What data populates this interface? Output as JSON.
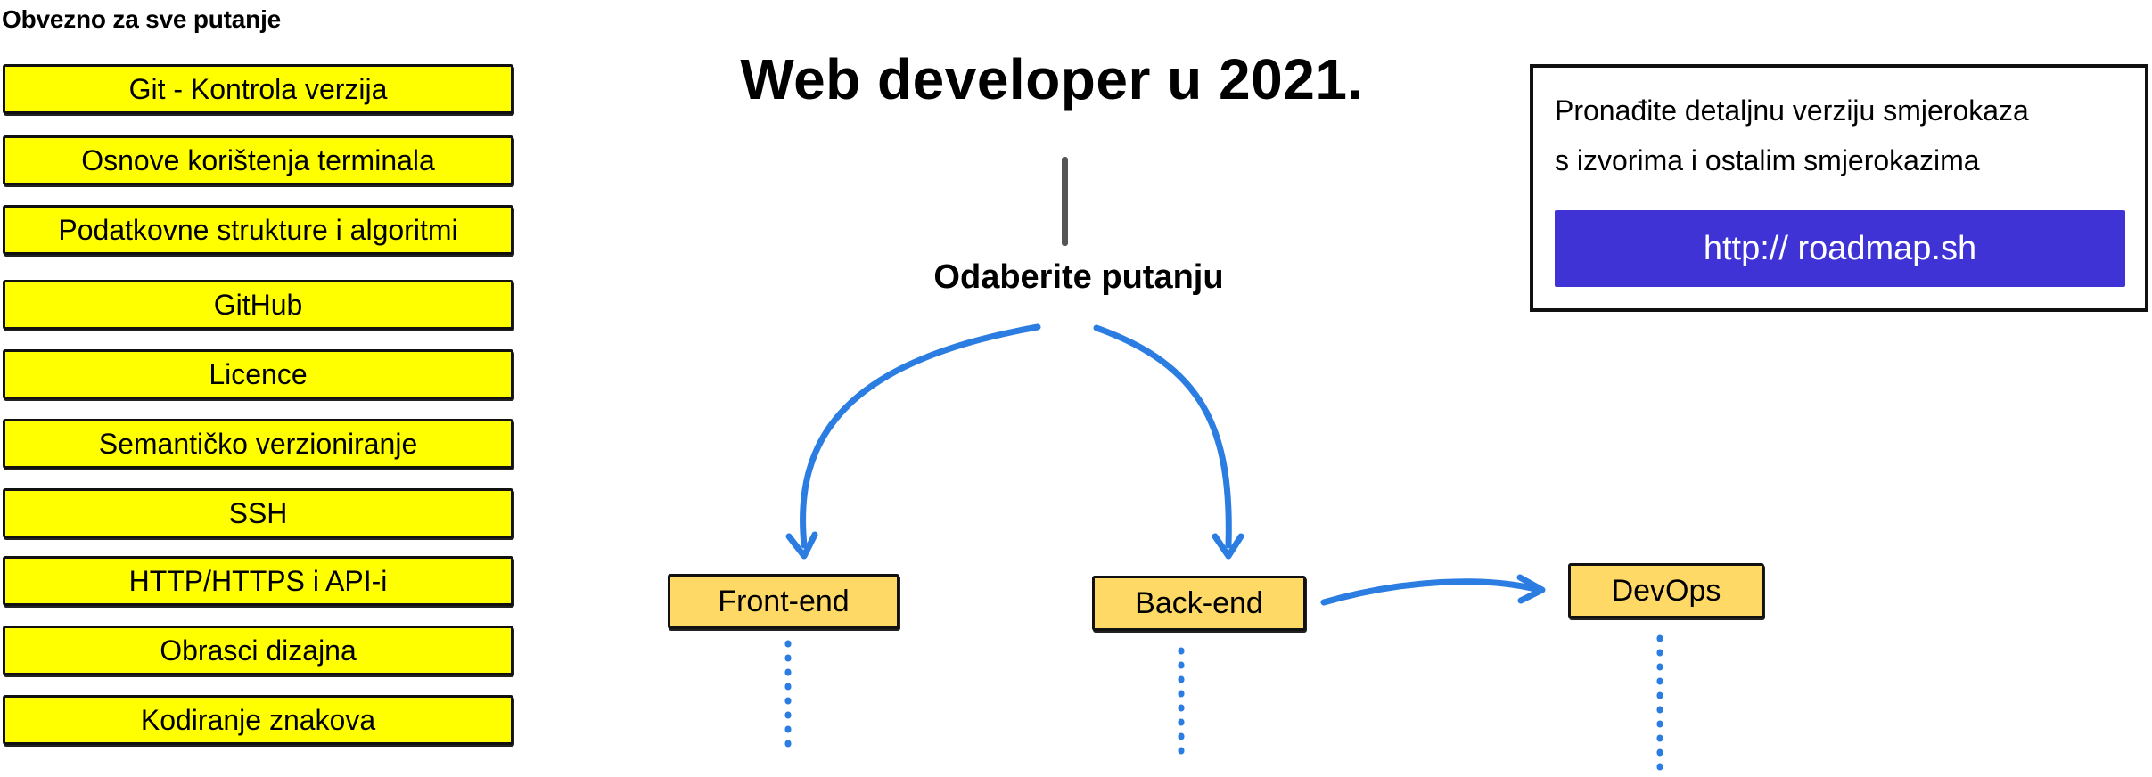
{
  "sidebar": {
    "heading": "Obvezno za sve putanje",
    "topics": [
      "Git - Kontrola verzija",
      "Osnove korištenja terminala",
      "Podatkovne strukture i algoritmi",
      "GitHub",
      "Licence",
      "Semantičko verzioniranje",
      "SSH",
      "HTTP/HTTPS i API-i",
      "Obrasci dizajna",
      "Kodiranje znakova"
    ]
  },
  "main": {
    "title": "Web developer u 2021.",
    "choose_path": "Odaberite putanju",
    "paths": {
      "frontend": "Front-end",
      "backend": "Back-end",
      "devops": "DevOps"
    }
  },
  "info_box": {
    "line1": "Pronađite detaljnu verziju smjerokaza",
    "line2": "s izvorima i ostalim smjerokazima",
    "link_label": "http:// roadmap.sh"
  },
  "colors": {
    "topic_bg": "#ffff00",
    "path_node_bg": "#ffd966",
    "arrow": "#2b7de1",
    "link_bg": "#3f33d6"
  }
}
